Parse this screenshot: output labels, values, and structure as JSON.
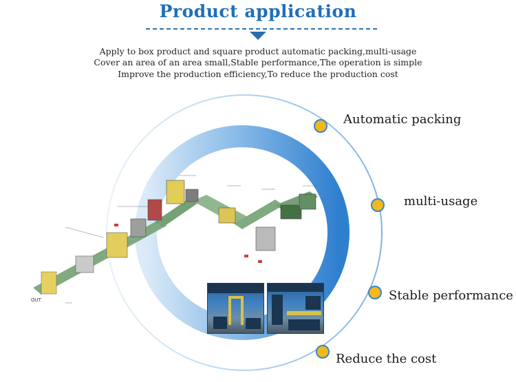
{
  "header": {
    "title": "Product application",
    "descriptions": [
      "Apply to box product and square product automatic packing,multi-usage",
      "Cover an area of an area small,Stable performance,The operation is simple",
      "Improve the production efficiency,To reduce the production cost"
    ]
  },
  "features": [
    {
      "label": "Automatic packing"
    },
    {
      "label": "multi-usage"
    },
    {
      "label": "Stable performance"
    },
    {
      "label": "Reduce the cost"
    }
  ],
  "diagram": {
    "out_label": "OUT"
  },
  "colors": {
    "title": "#1f6fb8",
    "ring": "#3a8ad6",
    "dot": "#f2b81c",
    "dot_border": "#3a86c8"
  }
}
